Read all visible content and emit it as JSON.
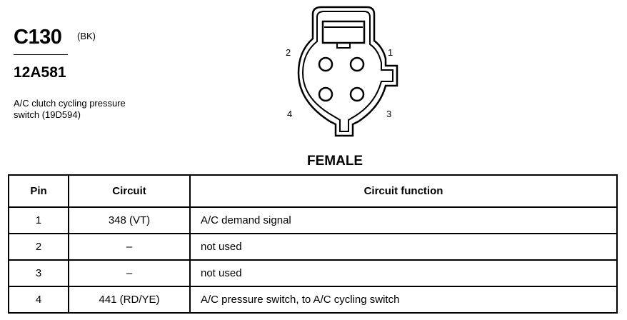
{
  "header": {
    "connector_id": "C130",
    "connector_color": "(BK)",
    "part_number": "12A581",
    "description_lines": [
      "A/C clutch cycling pressure",
      "switch (19D594)"
    ]
  },
  "diagram": {
    "pin_labels": [
      "1",
      "2",
      "3",
      "4"
    ],
    "gender": "FEMALE"
  },
  "table": {
    "headers": [
      "Pin",
      "Circuit",
      "Circuit function"
    ],
    "rows": [
      [
        "1",
        "348 (VT)",
        "A/C demand signal"
      ],
      [
        "2",
        "–",
        "not used"
      ],
      [
        "3",
        "–",
        "not used"
      ],
      [
        "4",
        "441 (RD/YE)",
        "A/C pressure switch, to A/C cycling switch"
      ]
    ]
  }
}
